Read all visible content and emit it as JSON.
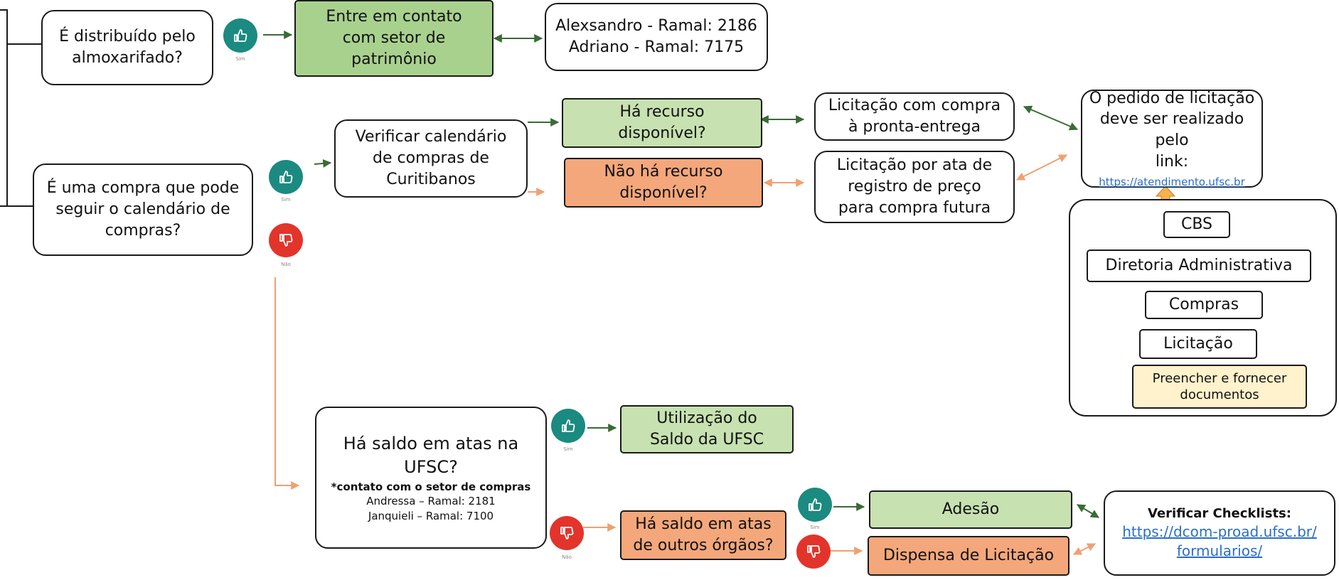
{
  "colors": {
    "green_arrow": "#3a6b35",
    "orange_arrow": "#f0a070",
    "yes_icon": "#1b8a80",
    "no_icon": "#e2342b",
    "green_box": "#c7e1b0",
    "orange_box": "#f4a77a",
    "cream_box": "#fff2cc",
    "link": "#2a6fc9"
  },
  "icons": {
    "yes": "thumbs-up-icon",
    "no": "thumbs-down-icon"
  },
  "labels": {
    "yes": "Sim",
    "no": "Não"
  },
  "nodes": {
    "q_almox": [
      "É distribuído pelo",
      "almoxarifado?"
    ],
    "contato_patrimonio": [
      "Entre em contato",
      "com setor de",
      "patrimônio"
    ],
    "ramais_patrimonio": [
      "Alexsandro - Ramal: 2186",
      "Adriano - Ramal: 7175"
    ],
    "q_calendario": [
      "É uma compra que pode",
      "seguir o calendário de",
      "compras?"
    ],
    "verificar_calendario": [
      "Verificar calendário",
      "de compras de",
      "Curitibanos"
    ],
    "ha_recurso": [
      "Há recurso",
      "disponível?"
    ],
    "nao_ha_recurso": [
      "Não há recurso",
      "disponível?"
    ],
    "licitacao_pronta": [
      "Licitação com compra",
      "à pronta-entrega"
    ],
    "licitacao_ata": [
      "Licitação por ata de",
      "registro de preço",
      "para compra futura"
    ],
    "pedido_licitacao": {
      "lines": [
        "O pedido de licitação",
        "deve ser realizado pelo",
        "link:"
      ],
      "link": "https://atendimento.ufsc.br"
    },
    "fluxo": {
      "cbs": "CBS",
      "diretoria": "Diretoria Administrativa",
      "compras": "Compras",
      "licitacao": "Licitação",
      "preencher": [
        "Preencher e fornecer",
        "documentos"
      ]
    },
    "q_saldo_ufsc": {
      "lines": [
        "Há saldo em atas na",
        "UFSC?"
      ],
      "note": "*contato com o setor de compras",
      "contacts": [
        "Andressa – Ramal: 2181",
        "Janquieli – Ramal: 7100"
      ]
    },
    "utilizacao_saldo": [
      "Utilização do",
      "Saldo da UFSC"
    ],
    "q_outros_orgaos": [
      "Há saldo em atas",
      "de outros órgãos?"
    ],
    "adesao": "Adesão",
    "dispensa": "Dispensa de Licitação",
    "checklists": {
      "title": "Verificar Checklists:",
      "link": [
        "https://dcom-proad.ufsc.br/",
        "formularios/"
      ]
    }
  }
}
